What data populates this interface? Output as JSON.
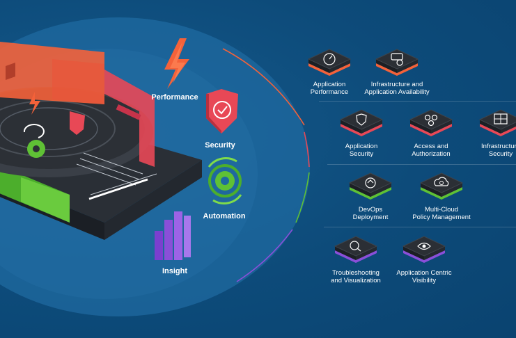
{
  "categories": [
    {
      "label": "Performance",
      "color": "#f4623a"
    },
    {
      "label": "Security",
      "color": "#e84856"
    },
    {
      "label": "Automation",
      "color": "#5fc135"
    },
    {
      "label": "Insight",
      "color": "#8a4fd8"
    }
  ],
  "capabilities": [
    {
      "line1": "Application",
      "line2": "Performance",
      "accent": "#f4623a",
      "icon": "gauge-icon"
    },
    {
      "line1": "Infrastructure and",
      "line2": "Application Availability",
      "accent": "#f4623a",
      "icon": "server-check-icon"
    },
    {
      "line1": "Application",
      "line2": "Security",
      "accent": "#e84856",
      "icon": "shield-icon"
    },
    {
      "line1": "Access and",
      "line2": "Authorization",
      "accent": "#e84856",
      "icon": "users-key-icon"
    },
    {
      "line1": "Infrastructure",
      "line2": "Security",
      "accent": "#e84856",
      "icon": "firewall-icon"
    },
    {
      "line1": "DevOps",
      "line2": "Deployment",
      "accent": "#5fc135",
      "icon": "devops-icon"
    },
    {
      "line1": "Multi-Cloud",
      "line2": "Policy Management",
      "accent": "#5fc135",
      "icon": "cloud-gear-icon"
    },
    {
      "line1": "Troubleshooting",
      "line2": "and Visualization",
      "accent": "#8a4fd8",
      "icon": "magnifier-chart-icon"
    },
    {
      "line1": "Application Centric",
      "line2": "Visibility",
      "accent": "#8a4fd8",
      "icon": "eye-chart-icon"
    }
  ]
}
